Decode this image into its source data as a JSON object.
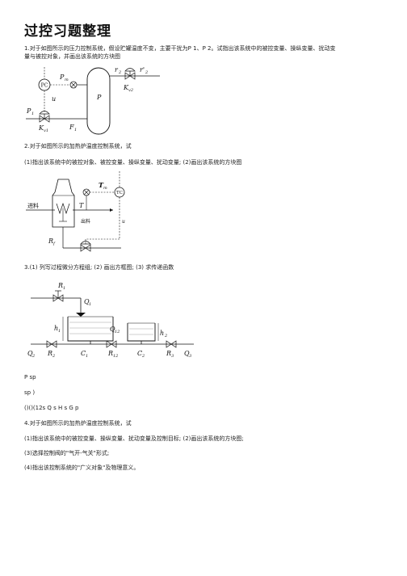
{
  "title": "过控习题整理",
  "q1": {
    "line1": "1.对于如图所示的压力控制系统，假设贮罐温度不变，主要干扰为P 1、P 2。试指出该系统中的被控变量、操纵变量、扰动变",
    "line2": "量与被控对象，并画出该系统的方块图",
    "fig": {
      "pc": "PC",
      "pm": "P",
      "pm_sub": "m",
      "u": "u",
      "p": "P",
      "p1": "P",
      "p1_sub": "1",
      "kv1": "K",
      "kv1_sub": "v1",
      "f1": "F",
      "f1_sub": "1",
      "r2": "r",
      "r2_sub": "2",
      "r2p": "r'",
      "r2p_sub": "2",
      "kv2": "K",
      "kv2_sub": "v2"
    }
  },
  "q2": {
    "line1": "2.对于如图所示的加热炉温度控制系统，试",
    "line2": "(1)指出该系统中的被控对象、被控变量、操纵变量、扰动变量; (2)画出该系统的方块图",
    "fig": {
      "feed": "进料",
      "tc": "TC",
      "tm": "T",
      "tm_sub": "m",
      "t": "T",
      "out": "出料",
      "u": "u",
      "rf": "R",
      "rf_sub": "f"
    }
  },
  "q3": {
    "line1": "3.(1) 列写过程微分方程组;  (2) 画出方框图;  (3) 求传递函数",
    "fig": {
      "r1": "R",
      "r1_sub": "1",
      "q1": "Q",
      "q1_sub": "1",
      "h1": "h",
      "h1_sub": "1",
      "q12": "Q",
      "q12_sub": "12",
      "h2": "h",
      "h2_sub": "2",
      "q2": "Q",
      "q2_sub": "2",
      "r2": "R",
      "r2_sub": "2",
      "c1": "C",
      "c1_sub": "1",
      "r12": "R",
      "r12_sub": "12",
      "c2": "C",
      "c2_sub": "2",
      "r3": "R",
      "r3_sub": "3",
      "q3": "Q",
      "q3_sub": "3"
    }
  },
  "frag1": "P sp",
  "frag2": "sp )",
  "frag3": "()()(12s Q s H s G p",
  "q4": {
    "line1": "4.对于如图所示的加热炉温度控制系统，试",
    "line2": "(1)指出该系统中的被控变量、操纵变量、扰动变量及控制目标; (2)画出该系统的方块图;",
    "line3": "(3)选择控制阀的\"气开-气关\"形式;",
    "line4": "(4)指出该控制系统的\"广义对象\"及物理意义。"
  }
}
